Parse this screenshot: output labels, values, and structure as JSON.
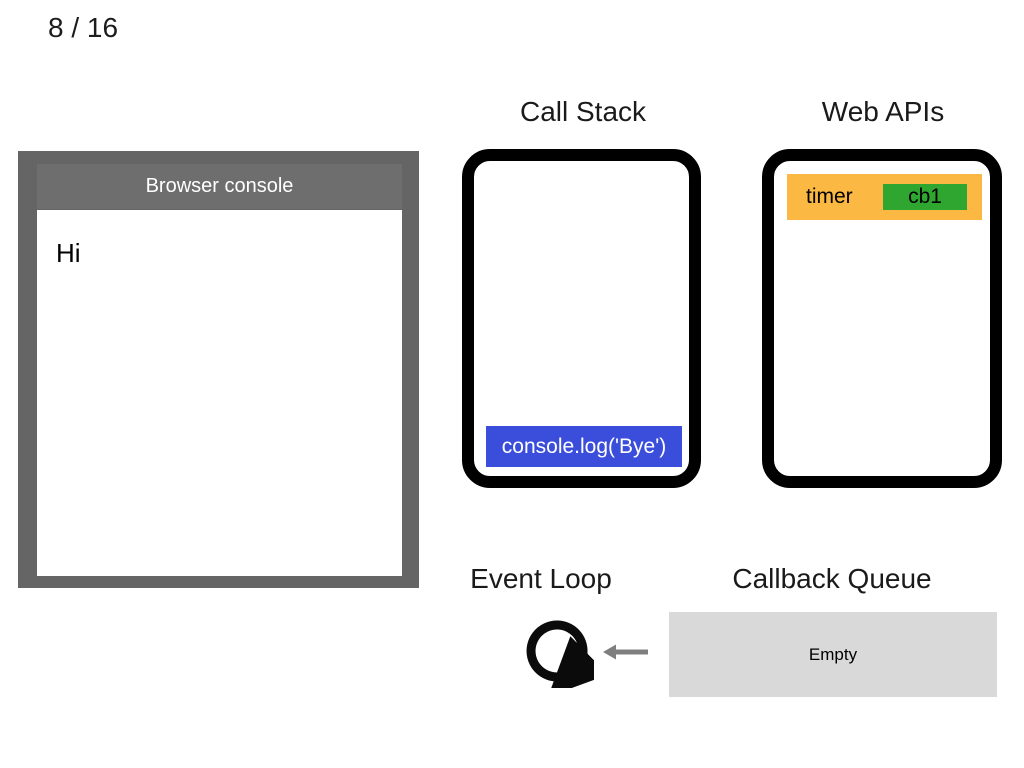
{
  "slide_counter": "8 / 16",
  "browser_console": {
    "title": "Browser console",
    "lines": [
      "Hi"
    ]
  },
  "call_stack": {
    "title": "Call Stack",
    "frames": [
      {
        "label": "console.log('Bye')"
      }
    ]
  },
  "web_apis": {
    "title": "Web APIs",
    "tasks": [
      {
        "api": "timer",
        "callback": "cb1"
      }
    ]
  },
  "event_loop": {
    "title": "Event Loop",
    "icon": "clockwise-loop-arrow-icon"
  },
  "callback_queue": {
    "title": "Callback Queue",
    "content": "Empty",
    "arrow_icon": "left-arrow-icon"
  },
  "colors": {
    "stack_frame_blue": "#3B4EDB",
    "api_task_orange": "#FBB843",
    "callback_green": "#2FA62F",
    "console_frame_gray": "#656565",
    "console_header_gray": "#6E6E6E",
    "queue_gray": "#D9D9D9",
    "arrow_gray": "#7F7F7F",
    "box_border": "#000000"
  }
}
